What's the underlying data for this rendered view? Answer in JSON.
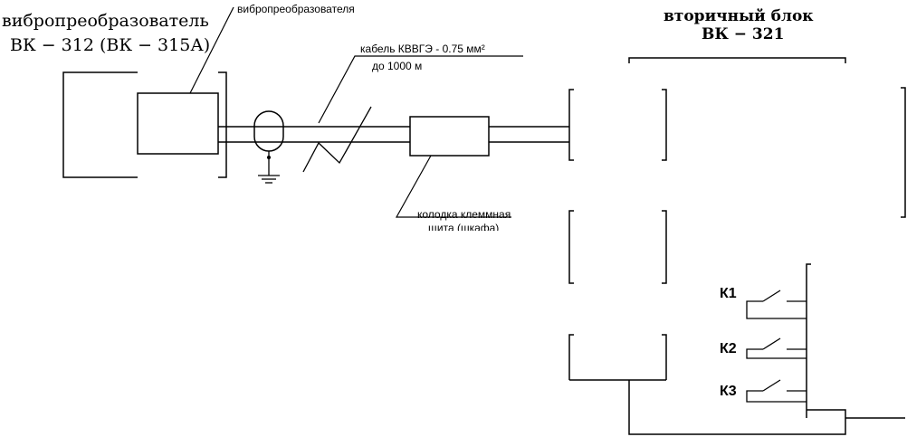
{
  "labels": {
    "sensor_title_line1": "вибропреобразователь",
    "sensor_title_line2": "ВК − 312 (ВК − 315А)",
    "sensor_sub": "вибропреобразователя",
    "cable_line1": "кабель КВВГЭ - 0.75 мм²",
    "cable_line2": "до 1000 м",
    "secondary_line1": "вторичный блок",
    "secondary_line2": "ВК − 321",
    "terminal_line1": "колодка клеммная",
    "terminal_line2": "щита (шкафа)",
    "relay_k1": "К1",
    "relay_k2": "К2",
    "relay_k3": "К3"
  },
  "colors": {
    "line": "#000000",
    "background": "#ffffff"
  }
}
